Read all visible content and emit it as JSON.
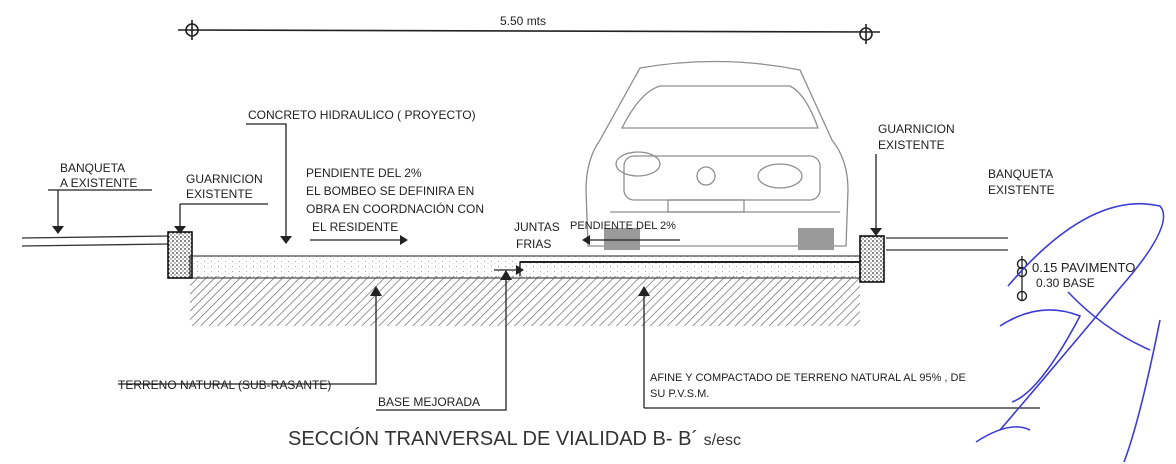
{
  "dimension": {
    "text": "5.50 mts"
  },
  "labels": {
    "concreto": "CONCRETO HIDRAULICO ( PROYECTO)",
    "banqueta_left_1": "BANQUETA",
    "banqueta_left_2": "A EXISTENTE",
    "guarnicion_left_1": "GUARNICION",
    "guarnicion_left_2": "EXISTENTE",
    "pendiente_left_1": "PENDIENTE DEL 2%",
    "pendiente_left_2": "EL BOMBEO SE DEFINIRA EN",
    "pendiente_left_3": "OBRA EN COORDNACIÓN CON",
    "pendiente_left_4": "EL RESIDENTE",
    "juntas_1": "JUNTAS",
    "juntas_2": "FRIAS",
    "pendiente_right": "PENDIENTE DEL 2%",
    "guarnicion_right_1": "GUARNICION",
    "guarnicion_right_2": "EXISTENTE",
    "banqueta_right_1": "BANQUETA",
    "banqueta_right_2": "EXISTENTE",
    "pavimento": "0.15 PAVIMENTO",
    "base": "0.30 BASE",
    "terreno": "TERRENO NATURAL (SUB-RASANTE)",
    "afine_1": "AFINE Y COMPACTADO DE TERRENO NATURAL  AL 95% , DE",
    "afine_2": "SU P.V.S.M.",
    "base_mejorada": "BASE MEJORADA"
  },
  "caption": {
    "main": "SECCIÓN TRANVERSAL DE VIALIDAD  B- B´",
    "scale": "s/esc"
  },
  "colors": {
    "ink": "#2a2a2a",
    "signature": "#3b3bd6",
    "car": "#9a9a9a"
  }
}
